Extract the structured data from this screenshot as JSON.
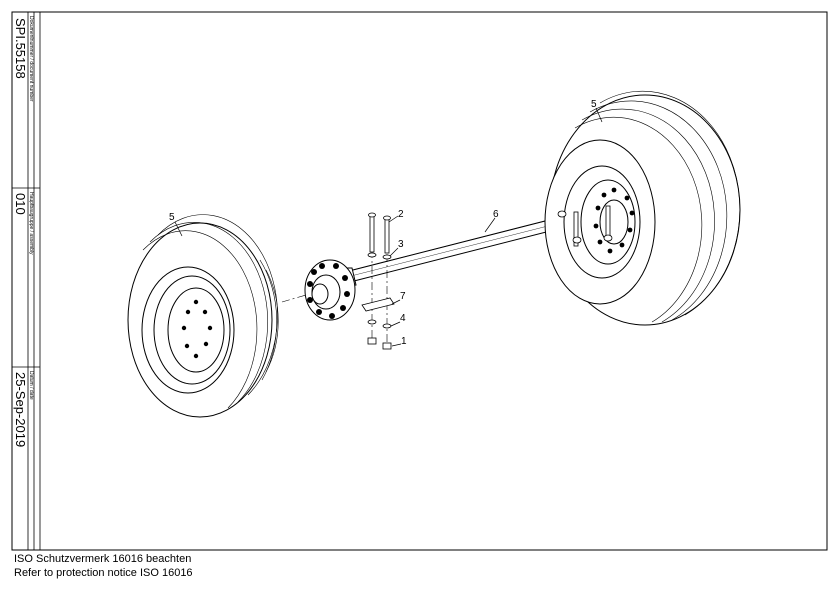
{
  "title_block": {
    "document_number_label": "Dokumentnummer / document number",
    "document_number": "SPI.55158",
    "assembly_label": "Hauptbaugruppe / assembly",
    "assembly": "010",
    "date_label": "Datum / date",
    "date": "25-Sep-2019"
  },
  "callouts": {
    "item_1": "1",
    "item_2": "2",
    "item_3": "3",
    "item_4": "4",
    "item_5_left": "5",
    "item_5_right": "5",
    "item_6": "6",
    "item_7": "7"
  },
  "footer": {
    "notice_de": "ISO Schutzvermerk 16016 beachten",
    "notice_en": "Refer to protection notice ISO 16016"
  }
}
